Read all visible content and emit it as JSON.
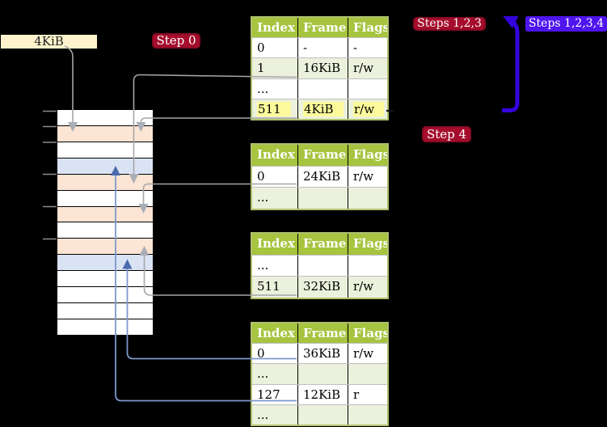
{
  "labels": {
    "page_size": "4KiB"
  },
  "badges": {
    "step0": "Step 0",
    "steps123": "Steps 1,2,3",
    "steps1234": "Steps 1,2,3,4",
    "step4": "Step 4"
  },
  "colors": {
    "background": "#000000",
    "badge_red": "#a50d2d",
    "badge_blue": "#4f15ee",
    "table_header_green": "#a6c43f",
    "table_row_green": "#ebf1dc",
    "highlight_yellow": "#fdfa9c",
    "memory_peach": "#fce5d4",
    "memory_blue": "#dae3f3",
    "label_cream": "#fff2cc",
    "gray_connector": "#a6a6a6",
    "blue_connector": "#7b99cc",
    "violet_arrow": "#3404dd"
  },
  "memory_strip": {
    "rows": [
      "white",
      "peach",
      "white",
      "blue",
      "peach",
      "white",
      "peach",
      "white",
      "peach",
      "blue",
      "white",
      "white",
      "white",
      "white"
    ]
  },
  "tables": [
    {
      "name": "page-table-top",
      "columns": [
        "Index",
        "Frame",
        "Flags"
      ],
      "rows": [
        {
          "cells": [
            "0",
            "-",
            "-"
          ],
          "shaded": false,
          "highlighted": false
        },
        {
          "cells": [
            "1",
            "16KiB",
            "r/w"
          ],
          "shaded": true,
          "highlighted": false
        },
        {
          "cells": [
            "...",
            "",
            ""
          ],
          "shaded": false,
          "highlighted": false
        },
        {
          "cells": [
            "511",
            "4KiB",
            "r/w"
          ],
          "shaded": true,
          "highlighted": true
        }
      ]
    },
    {
      "name": "page-table-second",
      "columns": [
        "Index",
        "Frame",
        "Flags"
      ],
      "rows": [
        {
          "cells": [
            "0",
            "24KiB",
            "r/w"
          ],
          "shaded": false,
          "highlighted": false
        },
        {
          "cells": [
            "...",
            "",
            ""
          ],
          "shaded": true,
          "highlighted": false
        }
      ]
    },
    {
      "name": "page-table-third",
      "columns": [
        "Index",
        "Frame",
        "Flags"
      ],
      "rows": [
        {
          "cells": [
            "...",
            "",
            ""
          ],
          "shaded": false,
          "highlighted": false
        },
        {
          "cells": [
            "511",
            "32KiB",
            "r/w"
          ],
          "shaded": true,
          "highlighted": false
        }
      ]
    },
    {
      "name": "page-table-bottom",
      "columns": [
        "Index",
        "Frame",
        "Flags"
      ],
      "rows": [
        {
          "cells": [
            "0",
            "36KiB",
            "r/w"
          ],
          "shaded": false,
          "highlighted": false
        },
        {
          "cells": [
            "...",
            "",
            ""
          ],
          "shaded": true,
          "highlighted": false
        },
        {
          "cells": [
            "127",
            "12KiB",
            "r"
          ],
          "shaded": false,
          "highlighted": false
        },
        {
          "cells": [
            "...",
            "",
            ""
          ],
          "shaded": true,
          "highlighted": false
        }
      ]
    }
  ]
}
